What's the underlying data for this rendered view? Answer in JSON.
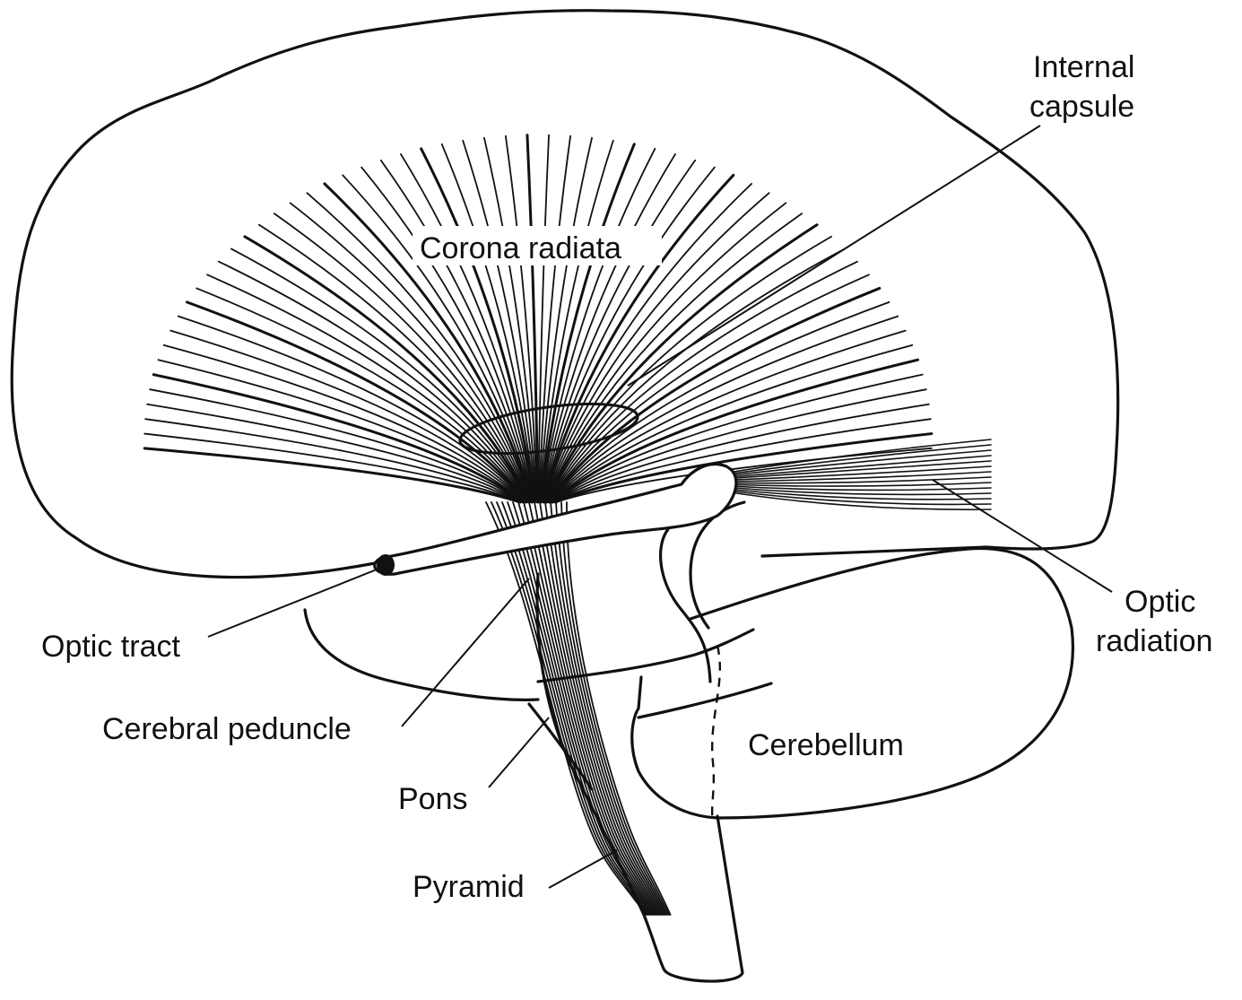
{
  "figure": {
    "labels": {
      "internal_capsule_line1": "Internal",
      "internal_capsule_line2": "capsule",
      "corona_radiata": "Corona radiata",
      "optic_tract": "Optic tract",
      "cerebral_peduncle": "Cerebral peduncle",
      "pons": "Pons",
      "pyramid": "Pyramid",
      "cerebellum": "Cerebellum",
      "optic_radiation_line1": "Optic",
      "optic_radiation_line2": "radiation"
    },
    "colors": {
      "ink": "#111111",
      "paper": "#ffffff"
    }
  }
}
